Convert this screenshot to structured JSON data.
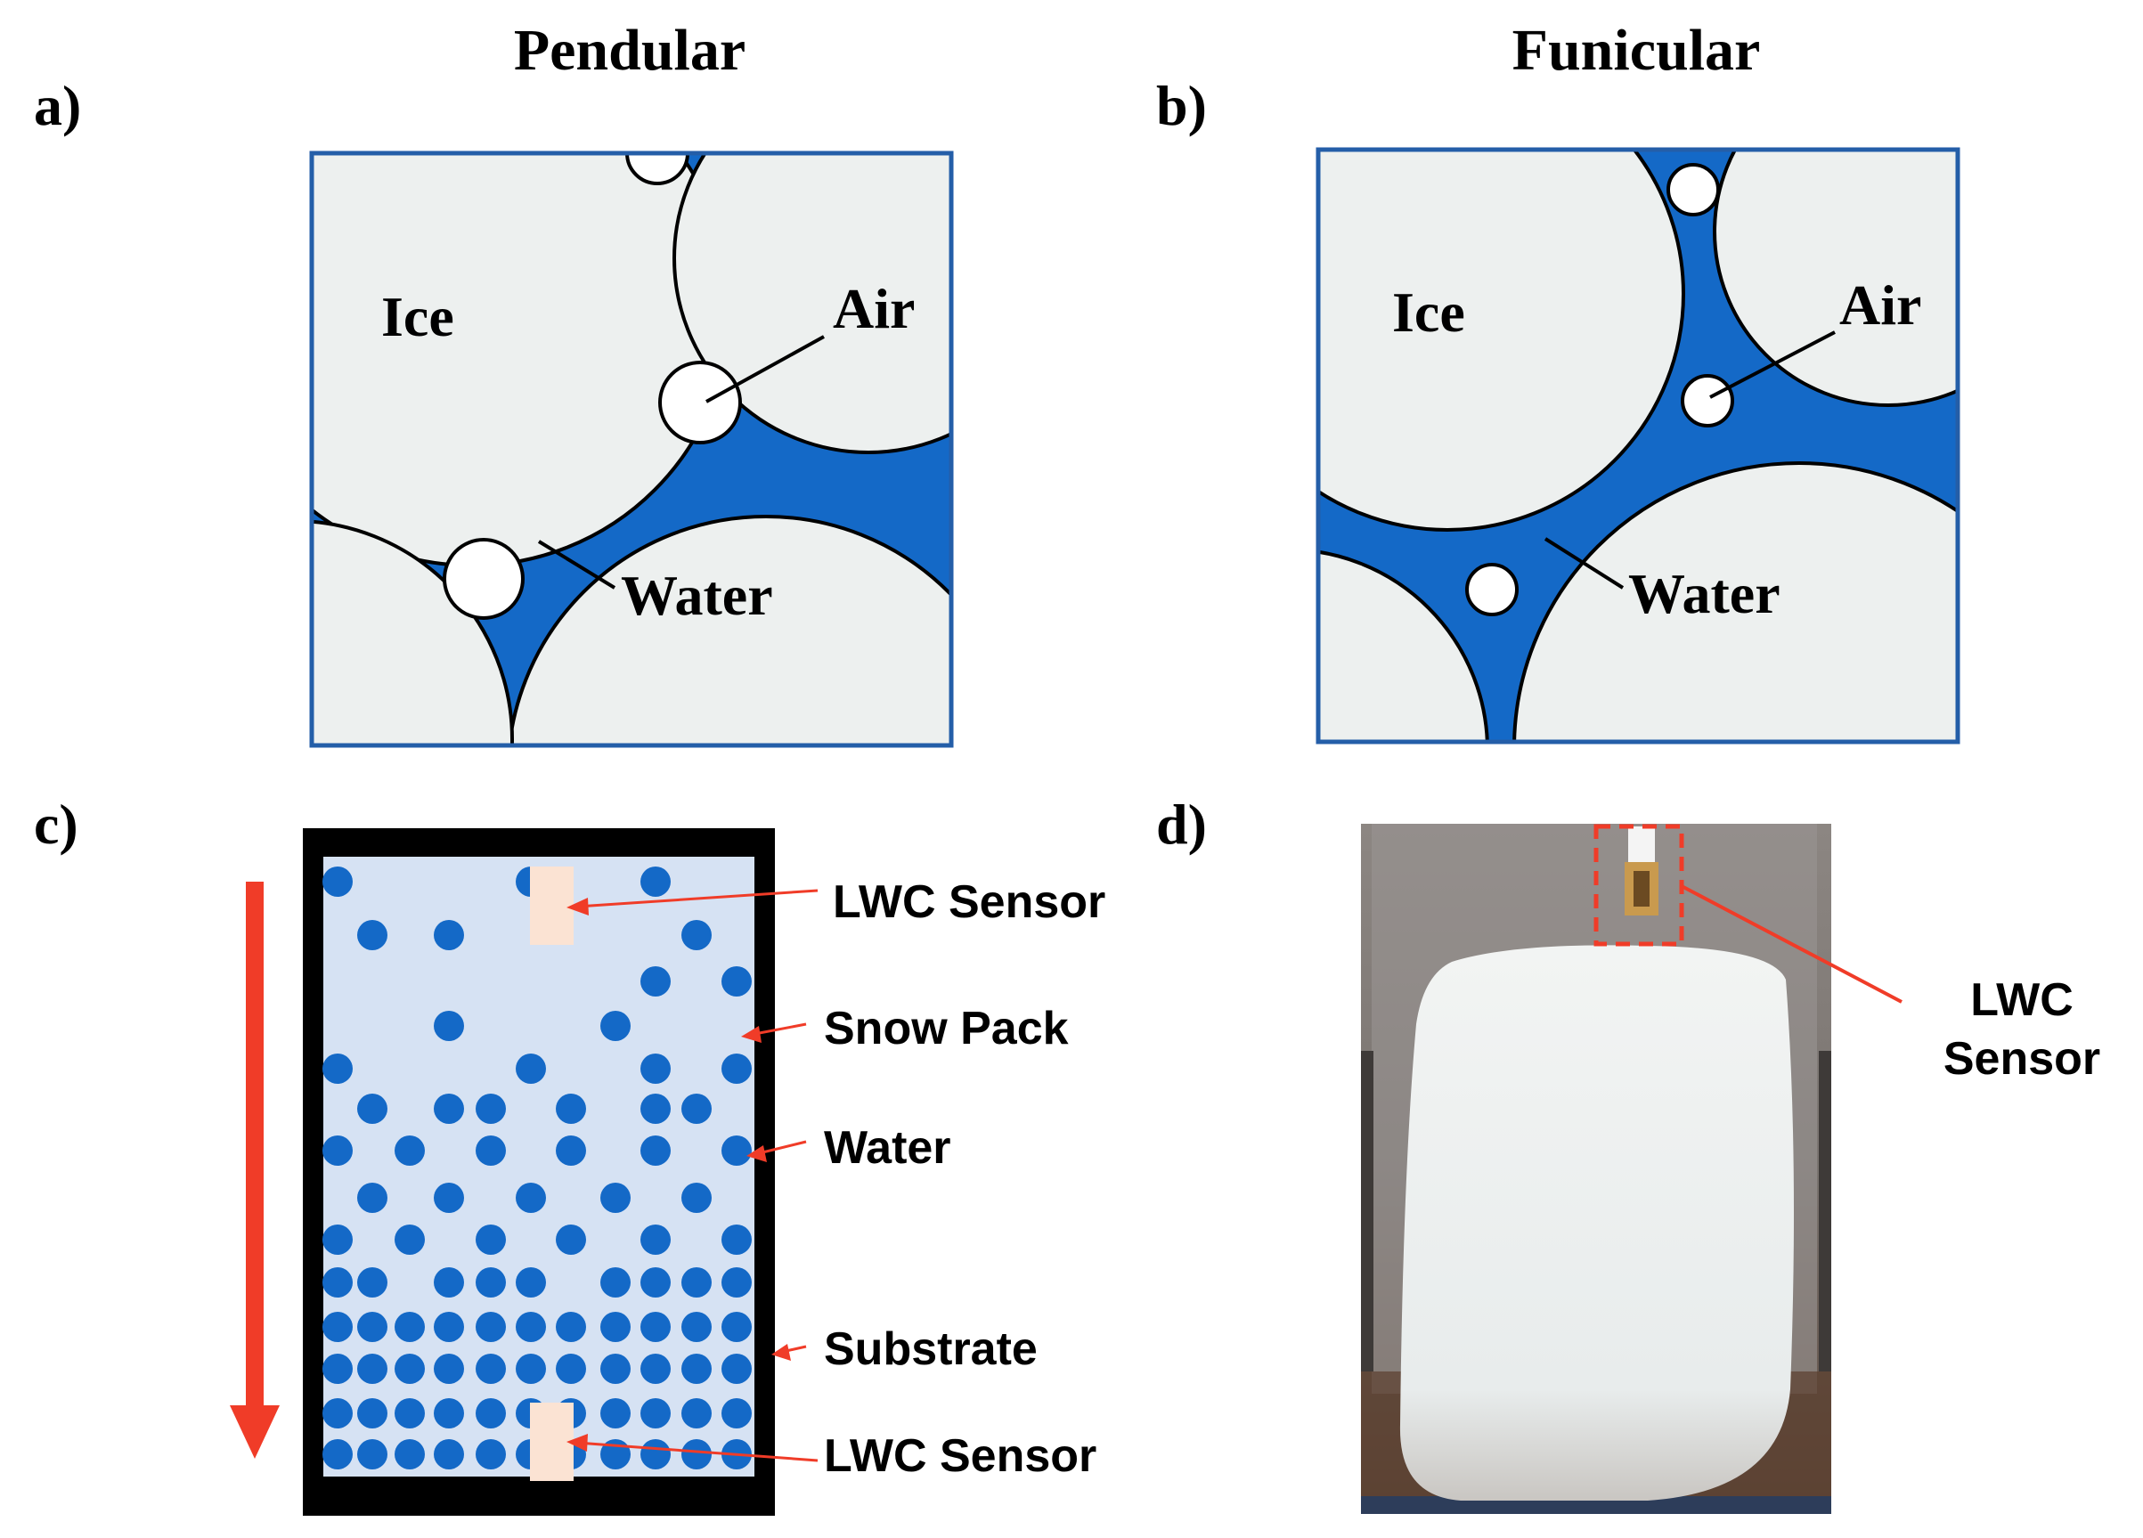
{
  "panels": {
    "a": {
      "letter": "a)",
      "title": "Pendular",
      "ice": "Ice",
      "air": "Air",
      "water": "Water"
    },
    "b": {
      "letter": "b)",
      "title": "Funicular",
      "ice": "Ice",
      "air": "Air",
      "water": "Water"
    },
    "c": {
      "letter": "c)",
      "labels": {
        "sensor_top": "LWC Sensor",
        "snow_pack": "Snow Pack",
        "water": "Water",
        "substrate": "Substrate",
        "sensor_bottom": "LWC Sensor"
      }
    },
    "d": {
      "letter": "d)",
      "sensor_line1": "LWC",
      "sensor_line2": "Sensor"
    }
  },
  "colors": {
    "water": "#1469c7",
    "ice": "#edf0ef",
    "frame": "#245ea8",
    "snowpack": "#d6e2f3",
    "arrow": "#f03c28",
    "sensor": "#fbe3d3",
    "photo_bg": "#6f6864",
    "snow": "#f0f3f2"
  }
}
